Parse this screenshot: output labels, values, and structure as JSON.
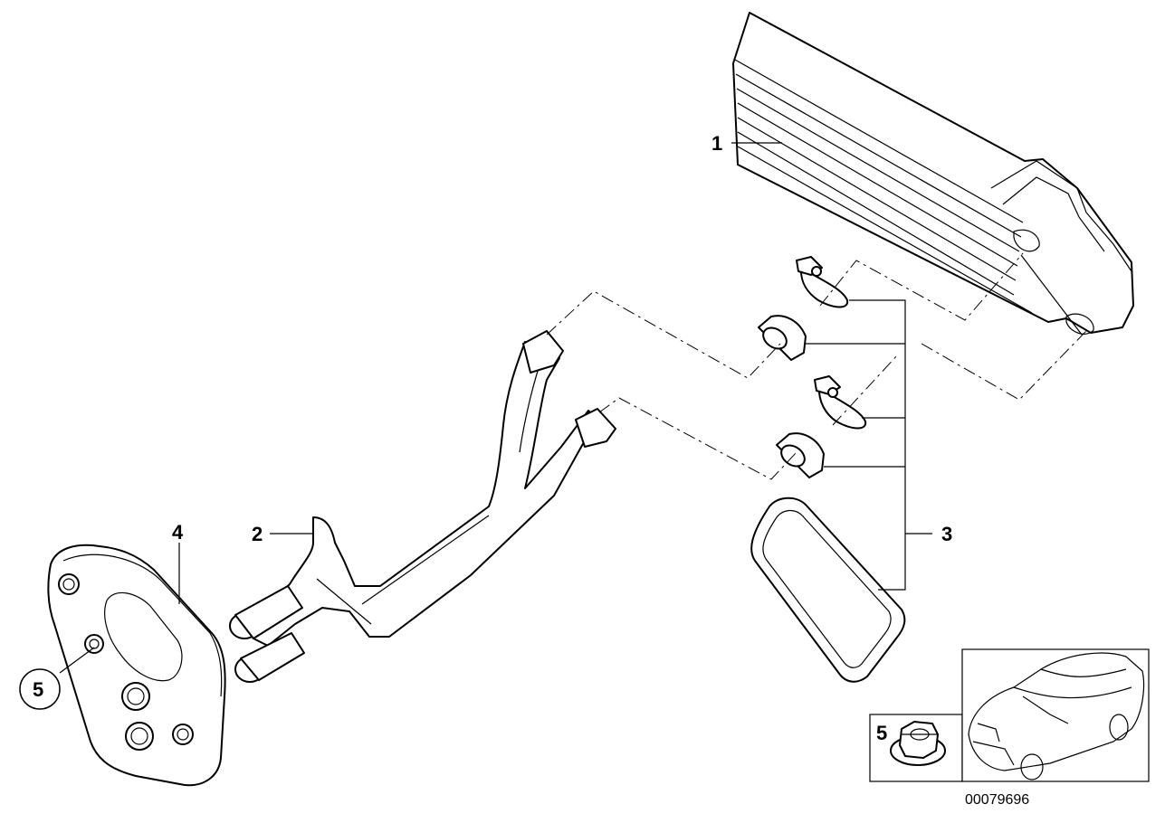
{
  "diagram": {
    "callouts": {
      "heater_core": "1",
      "pipes": "2",
      "seal_kit": "3",
      "bracket": "4",
      "nut": "5",
      "nut_inset": "5"
    },
    "reference_number": "00079696"
  }
}
